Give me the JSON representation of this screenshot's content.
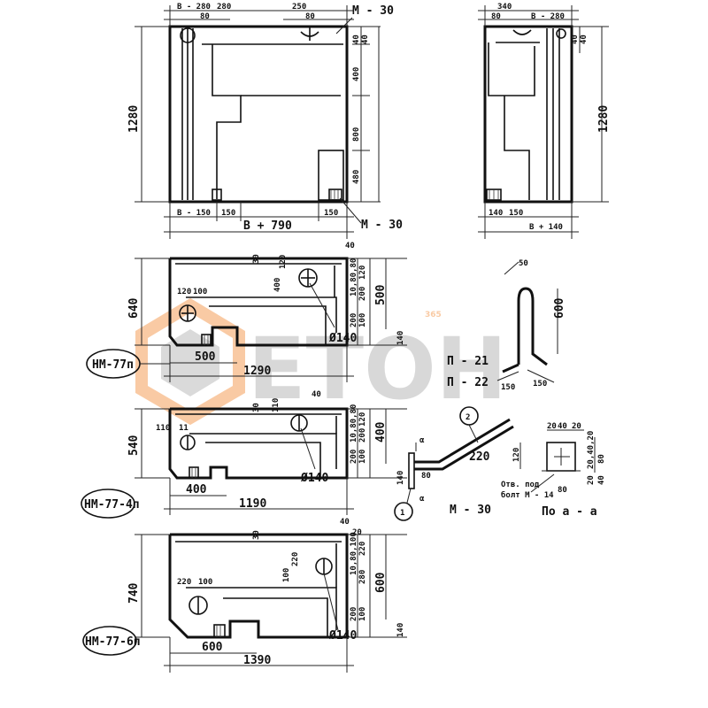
{
  "top_front": {
    "dims_top": [
      "B - 280",
      "280",
      "80",
      "250",
      "80"
    ],
    "label_m30_top": "M - 30",
    "dims_right": [
      "40",
      "40",
      "400",
      "800",
      "480"
    ],
    "height": "1280",
    "dims_bottom": [
      "B - 150",
      "150",
      "B + 790",
      "150"
    ],
    "label_m30_bottom": "M - 30"
  },
  "top_side": {
    "dims_top": [
      "340",
      "80",
      "B - 280"
    ],
    "dims_right": [
      "40",
      "40"
    ],
    "height": "1280",
    "dims_bottom": [
      "140",
      "150",
      "B + 140"
    ]
  },
  "block_1": {
    "dims_top": [
      "40",
      "30",
      "120"
    ],
    "dims_left": [
      "120",
      "100"
    ],
    "dims_mid": [
      "400"
    ],
    "dims_right_a": [
      "10,80,80",
      "120",
      "200"
    ],
    "dims_right_b": [
      "200",
      "100"
    ],
    "overall_right": "500",
    "height": "640",
    "bottom_small": "140",
    "hole": "Ø140",
    "dim_500": "500",
    "dim_width": "1290",
    "tag": "НМ-77п"
  },
  "block_2": {
    "dims_top": [
      "40",
      "30",
      "110"
    ],
    "dims_left": [
      "110",
      "11"
    ],
    "dims_right_a": [
      "10,80,80",
      "120",
      "200"
    ],
    "dims_right_b": [
      "200",
      "100"
    ],
    "overall_right": "400",
    "height": "540",
    "bottom_small": "140",
    "hole": "Ø140",
    "dim_400": "400",
    "dim_width": "1190",
    "tag": "НМ-77-4п"
  },
  "block_3": {
    "dims_top": [
      "40",
      "30",
      "20"
    ],
    "dims_left": [
      "220",
      "100"
    ],
    "dims_mid": [
      "100",
      "220"
    ],
    "dims_right_a": [
      "10,80,100",
      "220",
      "280"
    ],
    "dims_right_b": [
      "200",
      "100"
    ],
    "overall_right": "600",
    "height": "740",
    "bottom_small": "140",
    "hole": "Ø140",
    "dim_600": "600",
    "dim_width": "1390",
    "tag": "НМ-77-6п"
  },
  "hook": {
    "dim_top": "50",
    "dim_height": "600",
    "dims_bottom": [
      "150",
      "150"
    ],
    "names": [
      "П - 21",
      "П - 22"
    ]
  },
  "embed": {
    "marker_1": "1",
    "marker_2": "2",
    "len_220": "220",
    "dim_80": "80",
    "dim_120": "120",
    "alpha_top": "α",
    "alpha_bot": "α",
    "name": "М - 30",
    "hole_note": "Отв. под",
    "bolt_note": "болт М - 14",
    "dim_80b": "80"
  },
  "section": {
    "dims_top": [
      "20",
      "40",
      "20"
    ],
    "dims_right": [
      "20,40,20",
      "80"
    ],
    "dims_side": [
      "20",
      "40"
    ],
    "title": "По а - а"
  },
  "watermark": {
    "text_top": "365",
    "text_main": "ЕТОН",
    "color_orange": "#f5a05a",
    "color_gray": "#b9b9b9"
  }
}
